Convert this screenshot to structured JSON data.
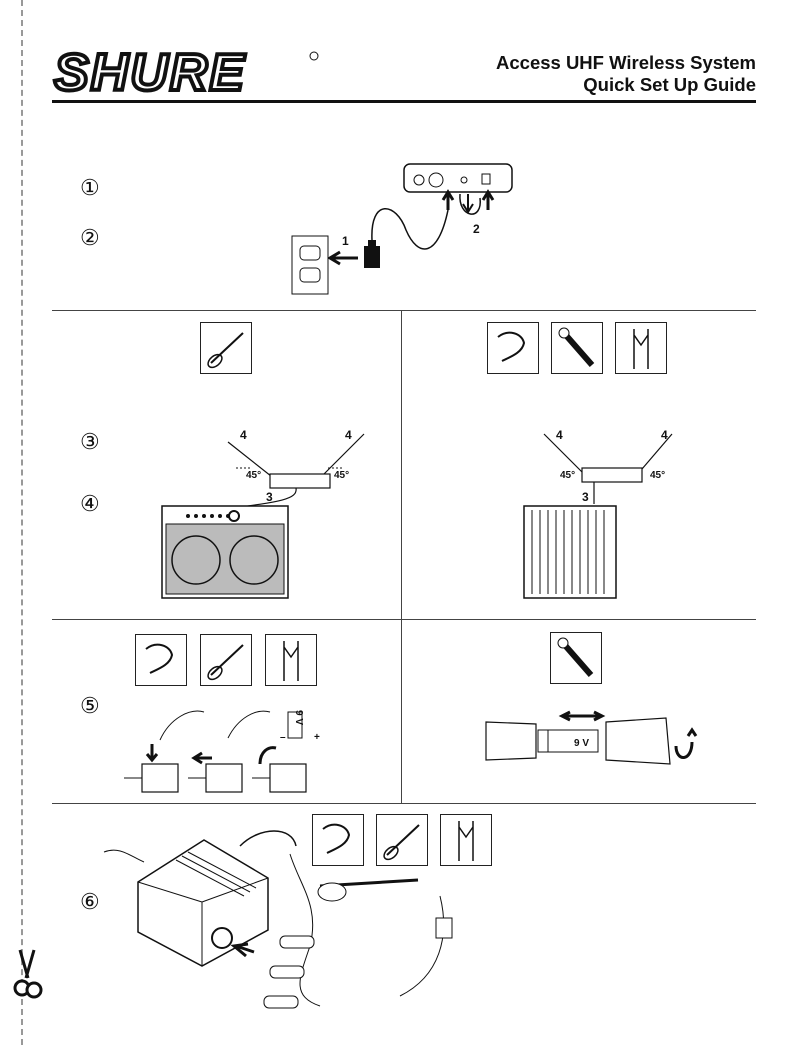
{
  "header": {
    "brand": "SHURE",
    "title_line1": "Access UHF Wireless System",
    "title_line2": "Quick Set Up Guide"
  },
  "steps": {
    "s1": "①",
    "s2": "②",
    "s3": "③",
    "s4": "④",
    "s5": "⑤",
    "s6": "⑥"
  },
  "callouts": {
    "power_1": "1",
    "power_2": "2",
    "antenna_left": "4",
    "antenna_right": "4",
    "antenna_left_r": "4",
    "antenna_right_r": "4",
    "cable_left": "3",
    "cable_right": "3",
    "angle": "45°",
    "battery_9v": "9 V",
    "battery_9v_b": "9 V",
    "plus": "+",
    "minus": "–"
  },
  "icons": [
    "guitar-icon",
    "headset-icon",
    "handheld-mic-icon",
    "lavalier-icon"
  ]
}
